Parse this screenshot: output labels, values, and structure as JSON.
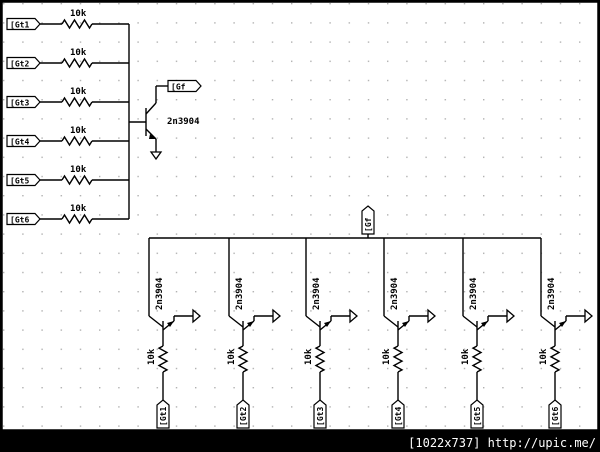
{
  "colors": {
    "background": "#ffffff",
    "ink": "#000000",
    "grid_dot": "#b0b0b0",
    "frame": "#000000",
    "footer_text": "#ffffff"
  },
  "left_inputs": [
    {
      "net": "[Gt1",
      "resistor": "10k"
    },
    {
      "net": "[Gt2",
      "resistor": "10k"
    },
    {
      "net": "[Gt3",
      "resistor": "10k"
    },
    {
      "net": "[Gt4",
      "resistor": "10k"
    },
    {
      "net": "[Gt5",
      "resistor": "10k"
    },
    {
      "net": "[Gt6",
      "resistor": "10k"
    }
  ],
  "collector_transistor": {
    "part": "2n3904",
    "output_net": "[Gf"
  },
  "bus_net": "[Gf",
  "stages": [
    {
      "part": "2n3904",
      "resistor": "10k",
      "net": "[Gt1"
    },
    {
      "part": "2n3904",
      "resistor": "10k",
      "net": "[Gt2"
    },
    {
      "part": "2n3904",
      "resistor": "10k",
      "net": "[Gt3"
    },
    {
      "part": "2n3904",
      "resistor": "10k",
      "net": "[Gt4"
    },
    {
      "part": "2n3904",
      "resistor": "10k",
      "net": "[Gt5"
    },
    {
      "part": "2n3904",
      "resistor": "10k",
      "net": "[Gt6"
    }
  ],
  "footer": {
    "text": "[1022x737] http://upic.me/"
  }
}
